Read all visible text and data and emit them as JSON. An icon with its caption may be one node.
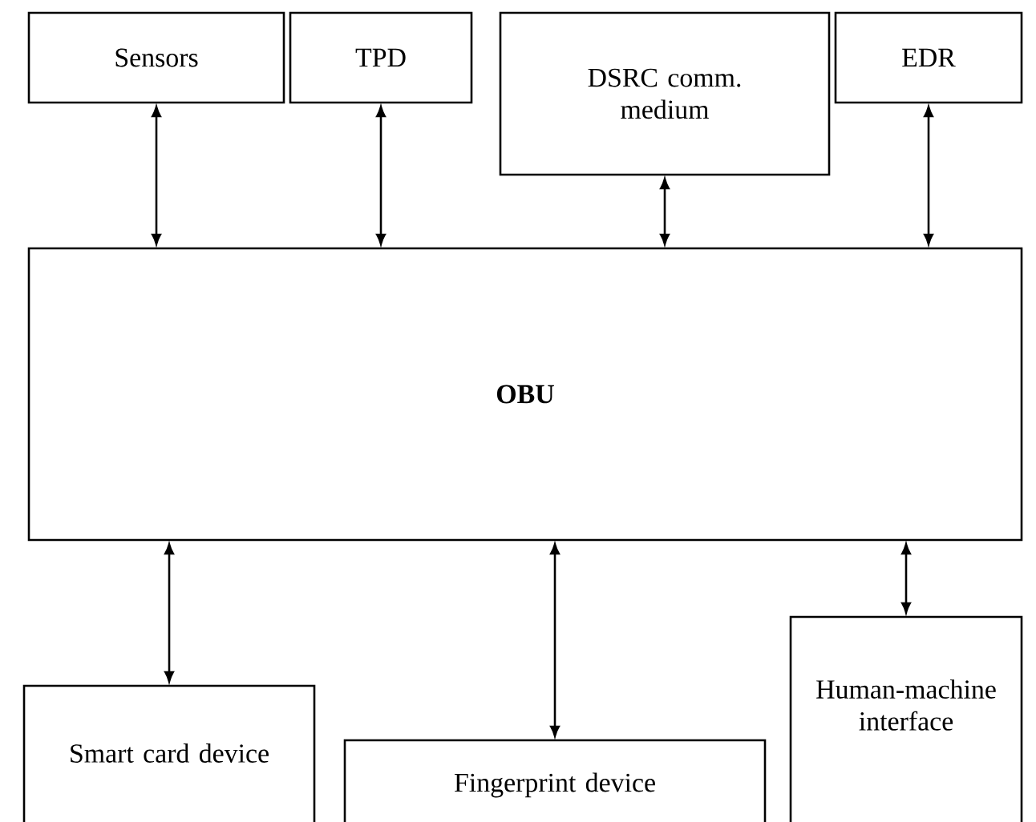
{
  "diagram": {
    "nodes": [
      {
        "text": [
          "Sensors"
        ]
      },
      {
        "text": [
          "TPD"
        ]
      },
      {
        "text": [
          "DSRC comm. medium"
        ]
      },
      {
        "text": [
          "EDR"
        ]
      },
      {
        "text": [
          "OBU"
        ]
      },
      {
        "text": [
          "Smart card device"
        ]
      },
      {
        "text": [
          "Fingerprint device"
        ]
      },
      {
        "text": [
          "Human-machine interface"
        ]
      }
    ],
    "edges": [
      {
        "from": 0,
        "to": 4,
        "arrow": "both"
      },
      {
        "from": 1,
        "to": 4,
        "arrow": "both"
      },
      {
        "from": 2,
        "to": 4,
        "arrow": "both"
      },
      {
        "from": 3,
        "to": 4,
        "arrow": "both"
      },
      {
        "from": 4,
        "to": 5,
        "arrow": "both"
      },
      {
        "from": 4,
        "to": 6,
        "arrow": "both"
      },
      {
        "from": 4,
        "to": 7,
        "arrow": "both"
      }
    ]
  }
}
